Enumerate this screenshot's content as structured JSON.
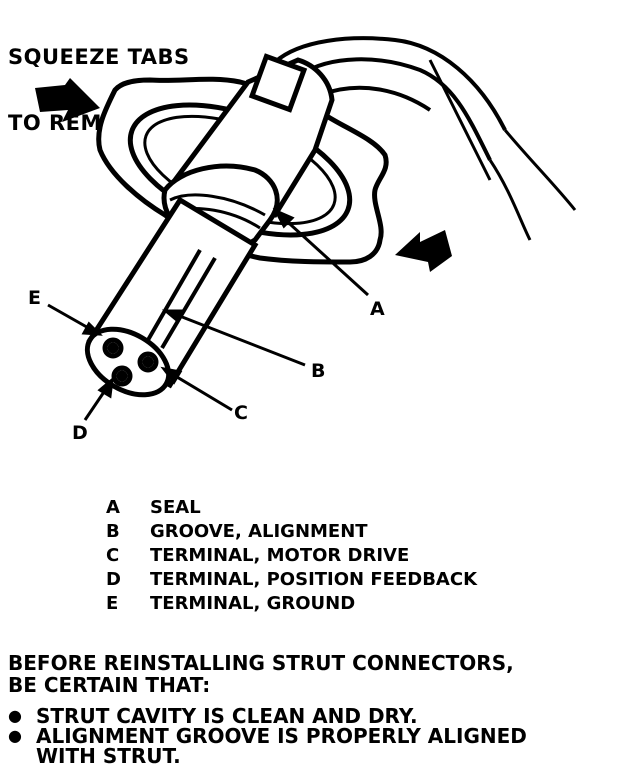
{
  "title": {
    "line1": "SQUEEZE TABS",
    "line2": "TO REMOVE"
  },
  "callouts": {
    "a": "A",
    "b": "B",
    "c": "C",
    "d": "D",
    "e": "E"
  },
  "legend": [
    {
      "letter": "A",
      "text": "SEAL"
    },
    {
      "letter": "B",
      "text": "GROOVE, ALIGNMENT"
    },
    {
      "letter": "C",
      "text": "TERMINAL, MOTOR DRIVE"
    },
    {
      "letter": "D",
      "text": "TERMINAL, POSITION FEEDBACK"
    },
    {
      "letter": "E",
      "text": "TERMINAL, GROUND"
    }
  ],
  "note": {
    "line1": "BEFORE REINSTALLING STRUT CONNECTORS,",
    "line2": "BE CERTAIN THAT:"
  },
  "bullets": [
    {
      "symbol": "●",
      "text": "STRUT CAVITY IS CLEAN AND DRY."
    },
    {
      "symbol": "●",
      "text": "ALIGNMENT GROOVE IS PROPERLY ALIGNED WITH STRUT."
    }
  ]
}
